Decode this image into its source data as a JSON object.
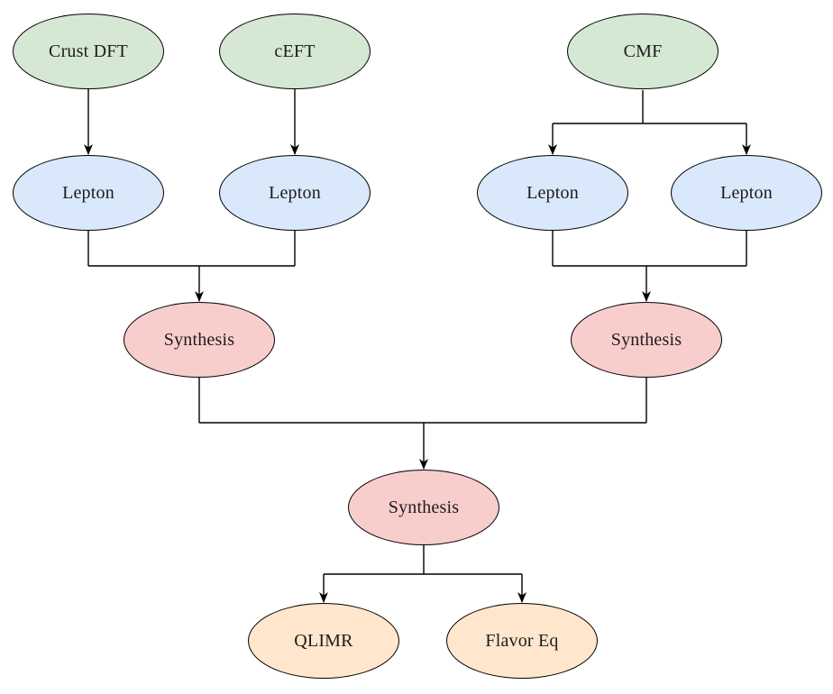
{
  "diagram": {
    "background": "#ffffff",
    "edge_color": "#000000",
    "palette": {
      "input_green_fill": "#d5e8d4",
      "lepton_blue_fill": "#dae8fc",
      "synthesis_red_fill": "#f8cecc",
      "output_orange_fill": "#ffe6cc",
      "node_stroke": "#000000",
      "text_color": "#1c1c1c"
    },
    "nodes": [
      {
        "id": "crust-dft",
        "label": "Crust DFT",
        "fill": "#d5e8d4",
        "stroke": "#000000",
        "role": "input"
      },
      {
        "id": "ceft",
        "label": "cEFT",
        "fill": "#d5e8d4",
        "stroke": "#000000",
        "role": "input"
      },
      {
        "id": "cmf",
        "label": "CMF",
        "fill": "#d5e8d4",
        "stroke": "#000000",
        "role": "input"
      },
      {
        "id": "lepton-1",
        "label": "Lepton",
        "fill": "#dae8fc",
        "stroke": "#000000",
        "role": "intermediate"
      },
      {
        "id": "lepton-2",
        "label": "Lepton",
        "fill": "#dae8fc",
        "stroke": "#000000",
        "role": "intermediate"
      },
      {
        "id": "lepton-3",
        "label": "Lepton",
        "fill": "#dae8fc",
        "stroke": "#000000",
        "role": "intermediate"
      },
      {
        "id": "lepton-4",
        "label": "Lepton",
        "fill": "#dae8fc",
        "stroke": "#000000",
        "role": "intermediate"
      },
      {
        "id": "synthesis-left",
        "label": "Synthesis",
        "fill": "#f8cecc",
        "stroke": "#000000",
        "role": "merge"
      },
      {
        "id": "synthesis-right",
        "label": "Synthesis",
        "fill": "#f8cecc",
        "stroke": "#000000",
        "role": "merge"
      },
      {
        "id": "synthesis-center",
        "label": "Synthesis",
        "fill": "#f8cecc",
        "stroke": "#000000",
        "role": "merge"
      },
      {
        "id": "qlimr",
        "label": "QLIMR",
        "fill": "#ffe6cc",
        "stroke": "#000000",
        "role": "output"
      },
      {
        "id": "flavor-eq",
        "label": "Flavor Eq",
        "fill": "#ffe6cc",
        "stroke": "#000000",
        "role": "output"
      }
    ],
    "edges": [
      {
        "sources": [
          "crust-dft"
        ],
        "targets": [
          "lepton-1"
        ]
      },
      {
        "sources": [
          "ceft"
        ],
        "targets": [
          "lepton-2"
        ]
      },
      {
        "sources": [
          "cmf"
        ],
        "targets": [
          "lepton-3",
          "lepton-4"
        ]
      },
      {
        "sources": [
          "lepton-1",
          "lepton-2"
        ],
        "targets": [
          "synthesis-left"
        ]
      },
      {
        "sources": [
          "lepton-3",
          "lepton-4"
        ],
        "targets": [
          "synthesis-right"
        ]
      },
      {
        "sources": [
          "synthesis-left",
          "synthesis-right"
        ],
        "targets": [
          "synthesis-center"
        ]
      },
      {
        "sources": [
          "synthesis-center"
        ],
        "targets": [
          "qlimr",
          "flavor-eq"
        ]
      }
    ]
  }
}
